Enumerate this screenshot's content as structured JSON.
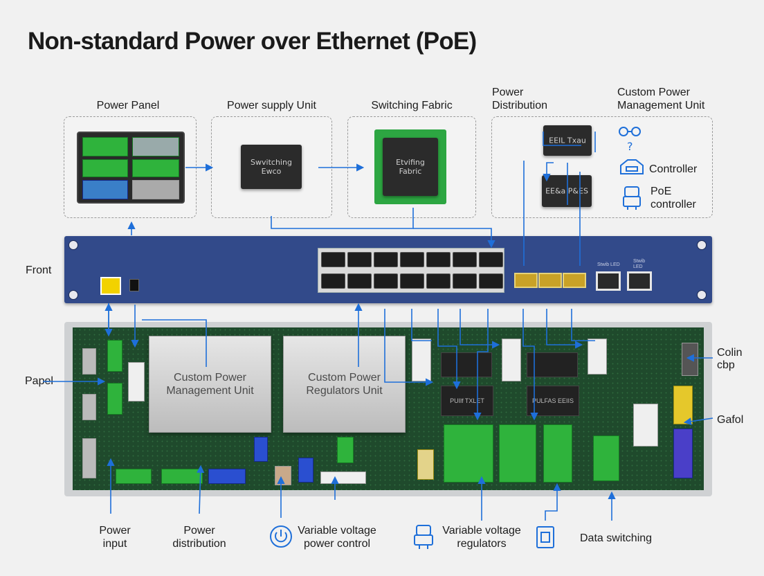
{
  "title": "Non-standard Power over Ethernet (PoE)",
  "top_modules": {
    "power_panel": "Power Panel",
    "power_supply_unit": "Power supply Unit",
    "switching_fabric": "Switching Fabric",
    "power_distribution": "Power\nDistribution",
    "custom_power_management_unit": "Custom Power\nManagement Unit",
    "controller": "Controller",
    "poe_controller": "PoE\ncontroller"
  },
  "chips": {
    "psu_chip": "Swvitching\nEwco",
    "fabric_chip": "Etvifing\nFabric",
    "dist_chip_1": "EEIL Txau",
    "dist_chip_2": "EE&a P&ES"
  },
  "rack": {
    "front_label": "Front",
    "status_led_1": "Stwib LED",
    "status_led_2": "Stwib\nLED"
  },
  "board": {
    "heatsink_1": "Custom Power\nManagement Unit",
    "heatsink_2": "Custom Power\nRegulators Unit",
    "chip_1": "PUIlf TXLET",
    "chip_2": "PULFAS EEIIS",
    "papel": "Papel",
    "colin_cbp": "Colin\ncbp",
    "gafol": "Gafol"
  },
  "bottom_labels": {
    "power_input": "Power\ninput",
    "power_distribution": "Power\ndistribution",
    "variable_voltage_power_control": "Variable voltage\npower control",
    "variable_voltage_regulators": "Variable voltage\nregulators",
    "data_switching": "Data switching"
  },
  "colors": {
    "accent_blue": "#1e6fd9",
    "rack_blue": "#324a8a",
    "pcb_green": "#1f4a2c",
    "connector_green": "#2fb33c"
  }
}
